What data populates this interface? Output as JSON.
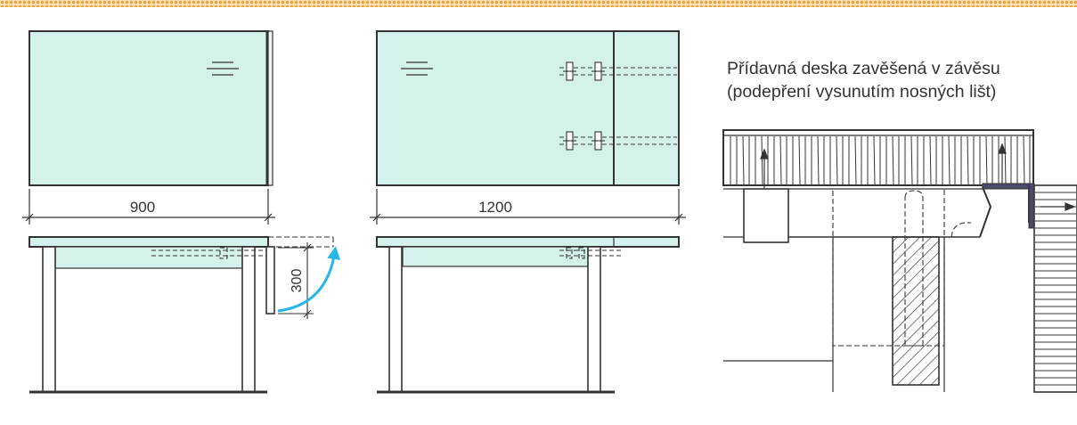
{
  "caption": {
    "line1": "Přídavná deska zavěšená v závěsu",
    "line2": "(podepření vysunutím nosných lišt)"
  },
  "dimensions": {
    "left_width": "900",
    "middle_width": "1200",
    "drop_height": "300"
  },
  "colors": {
    "tabletop_fill": "#d4f1ec",
    "line": "#333333",
    "arrow": "#29b6e8",
    "accent_border": "#f0a23a"
  }
}
